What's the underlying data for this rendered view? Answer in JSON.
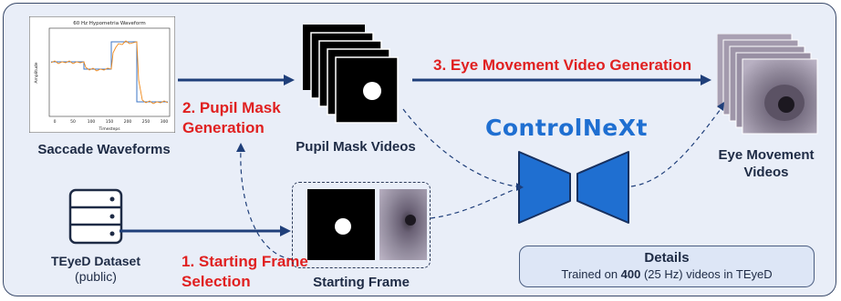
{
  "waveform_plot": {
    "title": "60 Hz Hypometria Waveform",
    "ylabel": "Amplitude",
    "xlabel": "Timesteps",
    "xticks": [
      "0",
      "50",
      "100",
      "150",
      "200",
      "250",
      "300"
    ]
  },
  "labels": {
    "saccade_waveforms": "Saccade Waveforms",
    "pupil_mask_videos": "Pupil Mask Videos",
    "eye_movement_videos_1": "Eye Movement",
    "eye_movement_videos_2": "Videos",
    "starting_frame": "Starting Frame",
    "dataset_name": "TEyeD Dataset",
    "dataset_access": "(public)"
  },
  "steps": {
    "step1_line1": "1. Starting Frame",
    "step1_line2": "Selection",
    "step2_line1": "2. Pupil Mask",
    "step2_line2": "Generation",
    "step3": "3. Eye Movement Video Generation"
  },
  "model_name": "ControlNeXt",
  "details": {
    "title": "Details",
    "body_prefix": "Trained on ",
    "body_count": "400",
    "body_suffix": " (25 Hz) videos in TEyeD"
  },
  "colors": {
    "accent_red": "#e02020",
    "accent_blue": "#1f6fd1",
    "arrow_navy": "#1f3f7a",
    "panel_bg": "#e9eef8"
  }
}
